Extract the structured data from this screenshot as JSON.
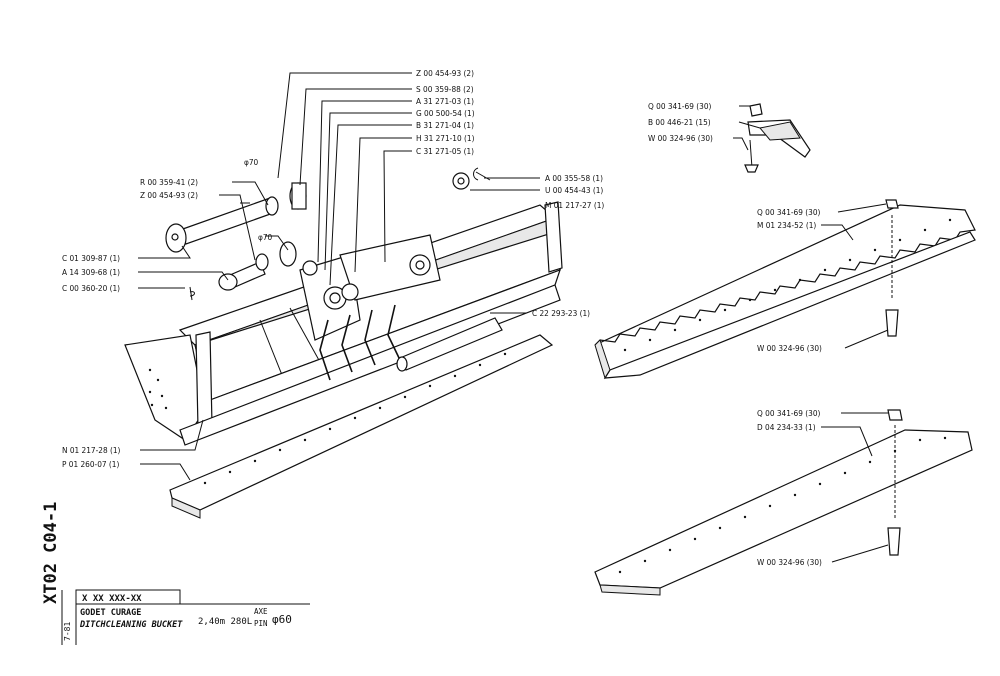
{
  "callouts": {
    "z_top": "Z 00 454-93 (2)",
    "s_top": "S 00 359-88 (2)",
    "a_31": "A 31 271-03 (1)",
    "g_00": "G 00 500-54 (1)",
    "b_31": "B 31 271-04 (1)",
    "h_31": "H 31 271-10 (1)",
    "c_31": "C 31 271-05 (1)",
    "a_00": "A 00 355-58 (1)",
    "u_00": "U 00 454-43 (1)",
    "m_01_27": "M 01 217-27 (1)",
    "phi70_a": "φ70",
    "phi70_b": "φ70",
    "r_00": "R 00 359-41 (2)",
    "z_left": "Z 00 454-93 (2)",
    "c_01": "C 01 309-87 (1)",
    "a_14": "A 14 309-68 (1)",
    "c_00": "C 00 360-20 (1)",
    "c_22": "C 22 293-23 (1)",
    "n_01": "N 01 217-28 (1)",
    "p_01": "P 01 260-07 (1)",
    "q_top": "Q 00 341-69 (30)",
    "b_00": "B 00 446-21 (15)",
    "w_top": "W 00 324-96 (30)",
    "q_mid": "Q 00 341-69 (30)",
    "m_01_52": "M 01 234-52 (1)",
    "w_mid": "W 00 324-96 (30)",
    "q_bot": "Q 00 341-69 (30)",
    "d_04": "D 04 234-33 (1)",
    "w_bot": "W 00 324-96 (30)"
  },
  "title_block": {
    "vertical_code": "XT02 C04-1",
    "date": "7-81",
    "ref_number": "X XX XXX-XX",
    "name_fr": "GODET CURAGE",
    "name_en": "DITCHCLEANING BUCKET",
    "size": "2,40m 280L",
    "axe": "AXE",
    "pin": "PIN",
    "pin_dia": "φ60"
  }
}
